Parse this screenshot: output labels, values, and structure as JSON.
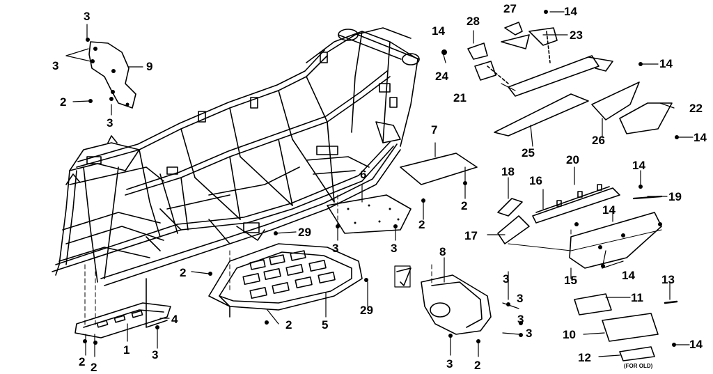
{
  "diagram": {
    "callouts": {
      "c1": "1",
      "c2a": "2",
      "c2b": "2",
      "c2c": "2",
      "c2d": "2",
      "c2e": "2",
      "c2f": "2",
      "c2g": "2",
      "c3a": "3",
      "c3b": "3",
      "c3c": "3",
      "c3d": "3",
      "c3e": "3",
      "c3f": "3",
      "c3g": "3",
      "c3h": "3",
      "c3i": "3",
      "c4": "4",
      "c5": "5",
      "c6": "6",
      "c7": "7",
      "c8": "8",
      "c9": "9",
      "c10": "10",
      "c11": "11",
      "c12": "12",
      "c13": "13",
      "c14a": "14",
      "c14b": "14",
      "c14c": "14",
      "c14d": "14",
      "c14e": "14",
      "c14f": "14",
      "c14g": "14",
      "c14h": "14",
      "c15": "15",
      "c16": "16",
      "c17": "17",
      "c18": "18",
      "c19": "19",
      "c20": "20",
      "c21": "21",
      "c22": "22",
      "c23": "23",
      "c24": "24",
      "c25": "25",
      "c26": "26",
      "c27": "27",
      "c28": "28",
      "c29a": "29",
      "c29b": "29"
    },
    "for_old_note": "(FOR OLD)"
  }
}
